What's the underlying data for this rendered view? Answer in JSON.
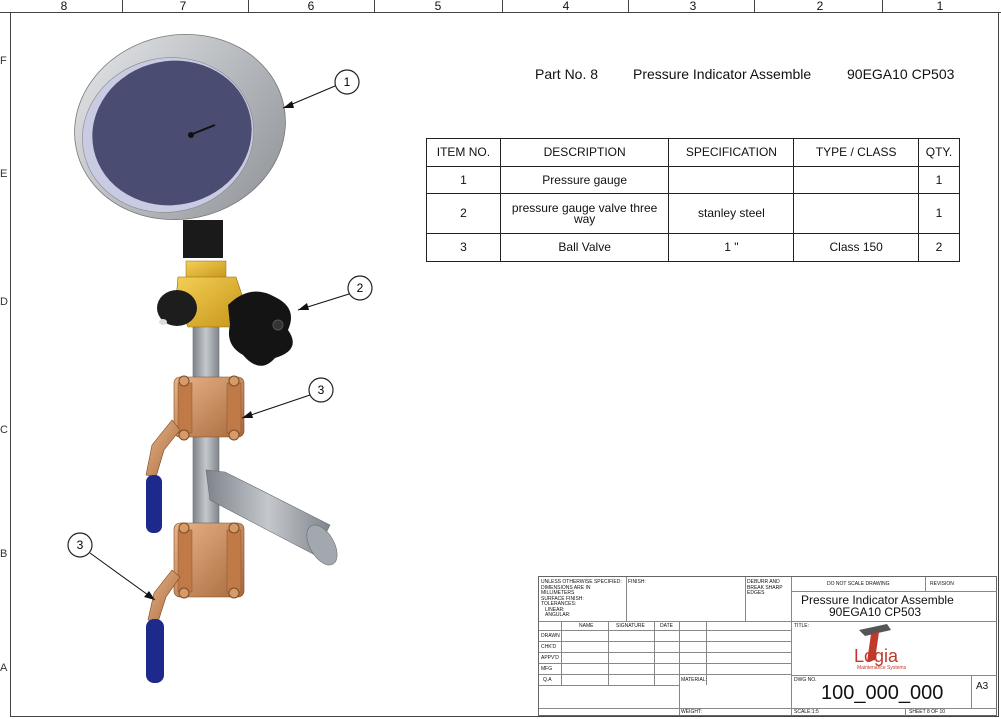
{
  "zones_top": [
    "8",
    "7",
    "6",
    "5",
    "4",
    "3",
    "2",
    "1"
  ],
  "zones_side": [
    "F",
    "E",
    "D",
    "C",
    "B",
    "A"
  ],
  "header": {
    "part_no": "Part No. 8",
    "title": "Pressure Indicator Assemble",
    "code": "90EGA10 CP503"
  },
  "bom": {
    "headers": [
      "ITEM NO.",
      "DESCRIPTION",
      "SPECIFICATION",
      "TYPE / CLASS",
      "QTY."
    ],
    "rows": [
      [
        "1",
        "Pressure  gauge",
        "",
        "",
        "1"
      ],
      [
        "2",
        "pressure gauge valve three way",
        "stanley steel",
        "",
        "1"
      ],
      [
        "3",
        "Ball Valve",
        "1 \"",
        "Class 150",
        "2"
      ]
    ]
  },
  "callouts": [
    "1",
    "2",
    "3",
    "3"
  ],
  "title_block": {
    "unless": "UNLESS OTHERWISE SPECIFIED:",
    "dims": "DIMENSIONS ARE IN MILLIMETERS",
    "surface": "SURFACE FINISH:",
    "tolerances": "TOLERANCES:",
    "linear": "LINEAR:",
    "angular": "ANGULAR:",
    "finish": "FINISH:",
    "deburr": "DEBURR AND BREAK SHARP EDGES",
    "do_not_scale": "DO NOT SCALE DRAWING",
    "revision": "REVISION",
    "title_line1": "Pressure Indicator Assemble",
    "title_line2": "90EGA10 CP503",
    "col_name": "NAME",
    "col_signature": "SIGNATURE",
    "col_date": "DATE",
    "rows": [
      "DRAWN",
      "CHK'D",
      "APPV'D",
      "MFG",
      "Q.A"
    ],
    "title_label": "TITLE:",
    "material": "MATERIAL:",
    "dwg_no_label": "DWG NO.",
    "dwg_no": "100_000_000",
    "size": "A3",
    "weight": "WEIGHT:",
    "scale": "SCALE:1:5",
    "sheet": "SHEET 8 OF 10",
    "logo_text": "Logia",
    "logo_sub": "Maintenance Systems"
  },
  "colors": {
    "gauge_rim": "#b9bcc0",
    "gauge_face": "#4a4c72",
    "brass_valve": "#e2b42a",
    "bronze_valve": "#c98a5a",
    "handle_blue": "#1d2a8c",
    "pipe": "#9ea3aa",
    "logo_red": "#c0392b"
  }
}
